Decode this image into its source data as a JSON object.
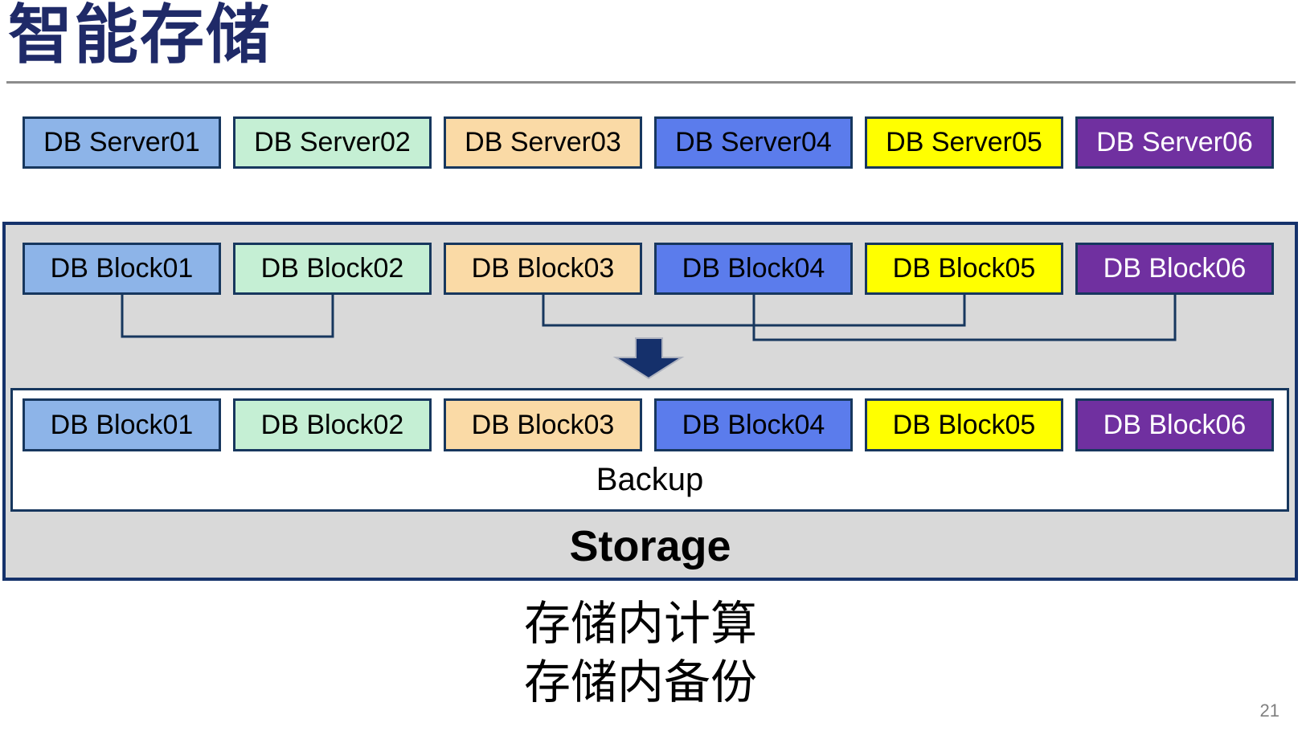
{
  "slide": {
    "title": "智能存储",
    "page_number": "21",
    "caption_lines": [
      "存储内计算",
      "存储内备份"
    ]
  },
  "servers": [
    {
      "label": "DB Server01"
    },
    {
      "label": "DB Server02"
    },
    {
      "label": "DB Server03"
    },
    {
      "label": "DB Server04"
    },
    {
      "label": "DB Server05"
    },
    {
      "label": "DB Server06"
    }
  ],
  "storage_box": {
    "label": "Storage",
    "backup_label": "Backup",
    "blocks_row1": [
      {
        "label": "DB Block01"
      },
      {
        "label": "DB Block02"
      },
      {
        "label": "DB Block03"
      },
      {
        "label": "DB Block04"
      },
      {
        "label": "DB Block05"
      },
      {
        "label": "DB Block06"
      }
    ],
    "blocks_row2": [
      {
        "label": "DB Block01"
      },
      {
        "label": "DB Block02"
      },
      {
        "label": "DB Block03"
      },
      {
        "label": "DB Block04"
      },
      {
        "label": "DB Block05"
      },
      {
        "label": "DB Block06"
      }
    ]
  },
  "connectors": [
    {
      "from": "DB Block01",
      "to": "DB Block02"
    },
    {
      "from": "DB Block03",
      "to": "DB Block05"
    },
    {
      "from": "DB Block04",
      "to": "DB Block06"
    }
  ],
  "colors": {
    "box_fills": [
      "#8DB4E8",
      "#C5EFD4",
      "#FADAA6",
      "#5B7CEC",
      "#FFFF00",
      "#7030A0"
    ],
    "box_text_colors": [
      "#000000",
      "#000000",
      "#000000",
      "#000000",
      "#000000",
      "#FFFFFF"
    ],
    "border_navy": "#17375E",
    "container_fill": "#D9D9D9",
    "title_color": "#1F2A68",
    "arrow_color": "#15306B",
    "divider_gray": "#8C8C8C",
    "page_number_gray": "#808080"
  }
}
